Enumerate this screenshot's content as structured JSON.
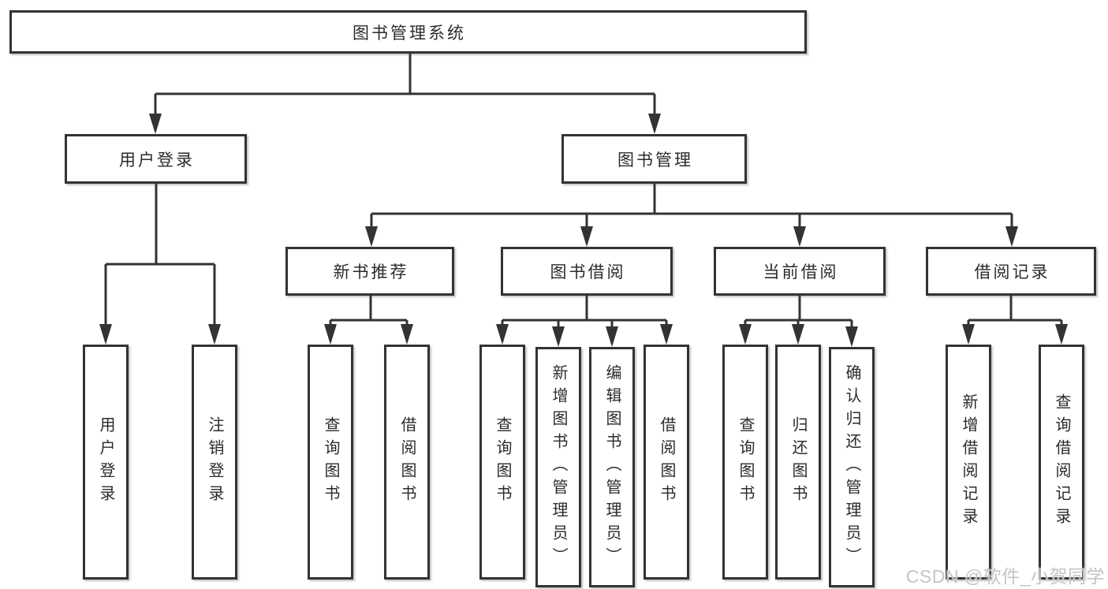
{
  "tree": {
    "root": "图书管理系统",
    "level2": [
      {
        "label": "用户登录",
        "children": [
          "用户登录",
          "注销登录"
        ]
      },
      {
        "label": "图书管理",
        "sections": [
          {
            "label": "新书推荐",
            "children": [
              "查询图书",
              "借阅图书"
            ]
          },
          {
            "label": "图书借阅",
            "children": [
              "查询图书",
              "新增图书（管理员）",
              "编辑图书（管理员）",
              "借阅图书"
            ]
          },
          {
            "label": "当前借阅",
            "children": [
              "查询图书",
              "归还图书",
              "确认归还（管理员）"
            ]
          },
          {
            "label": "借阅记录",
            "children": [
              "新增借阅记录",
              "查询借阅记录"
            ]
          }
        ]
      }
    ]
  },
  "watermark": {
    "text": "CSDN @软件_小贺同学"
  },
  "colors": {
    "line": "#333333",
    "box_border": "#333333",
    "box_fill": "#ffffff",
    "text": "#2b2b2b",
    "watermark": "#c4c4c4",
    "background": "#ffffff"
  }
}
